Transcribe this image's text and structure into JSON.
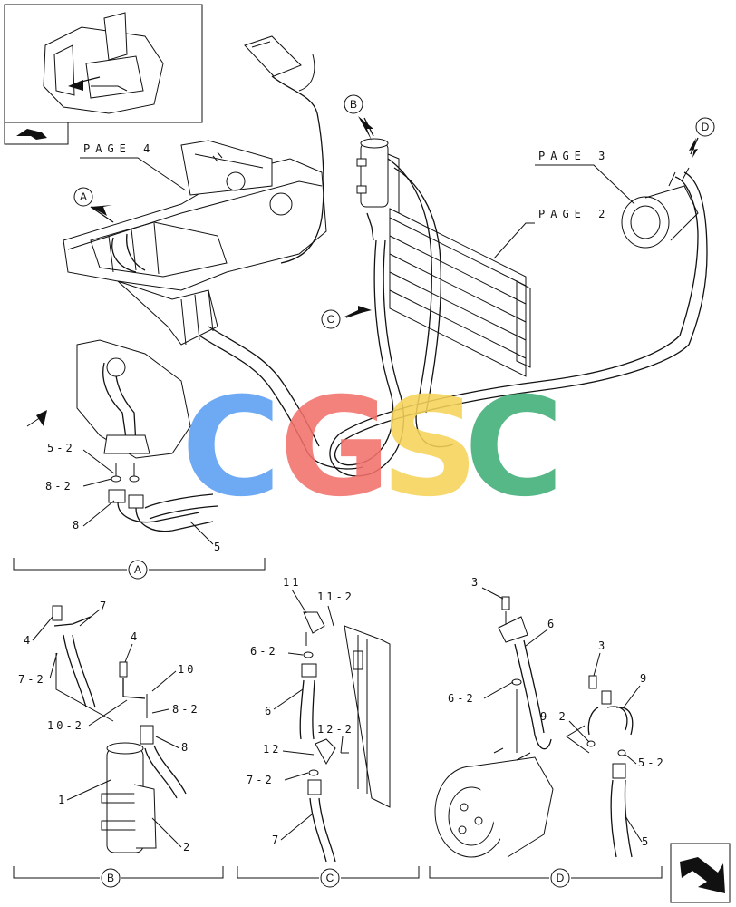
{
  "watermark": {
    "letters": [
      {
        "ch": "C",
        "color": "#5b9ef2"
      },
      {
        "ch": "G",
        "color": "#f2706a"
      },
      {
        "ch": "S",
        "color": "#f6d35a"
      },
      {
        "ch": "C",
        "color": "#3fae77"
      }
    ]
  },
  "page_refs": {
    "page4": "PAGE 4",
    "page3": "PAGE 3",
    "page2": "PAGE 2"
  },
  "views": {
    "A": "A",
    "B": "B",
    "C": "C",
    "D": "D"
  },
  "callouts_A": {
    "c5_2": "5-2",
    "c8_2": "8-2",
    "c8": "8",
    "c5": "5"
  },
  "callouts_B": {
    "c7": "7",
    "c4a": "4",
    "c7_2": "7-2",
    "c4b": "4",
    "c10": "10",
    "c8_2": "8-2",
    "c10_2": "10-2",
    "c8": "8",
    "c1": "1",
    "c2": "2"
  },
  "callouts_C": {
    "c11": "11",
    "c11_2": "11-2",
    "c6_2": "6-2",
    "c6": "6",
    "c12_2": "12-2",
    "c12": "12",
    "c7_2": "7-2",
    "c7": "7"
  },
  "callouts_D": {
    "c3a": "3",
    "c6": "6",
    "c3b": "3",
    "c9": "9",
    "c6_2": "6-2",
    "c9_2": "9-2",
    "c5_2": "5-2",
    "c5": "5"
  }
}
